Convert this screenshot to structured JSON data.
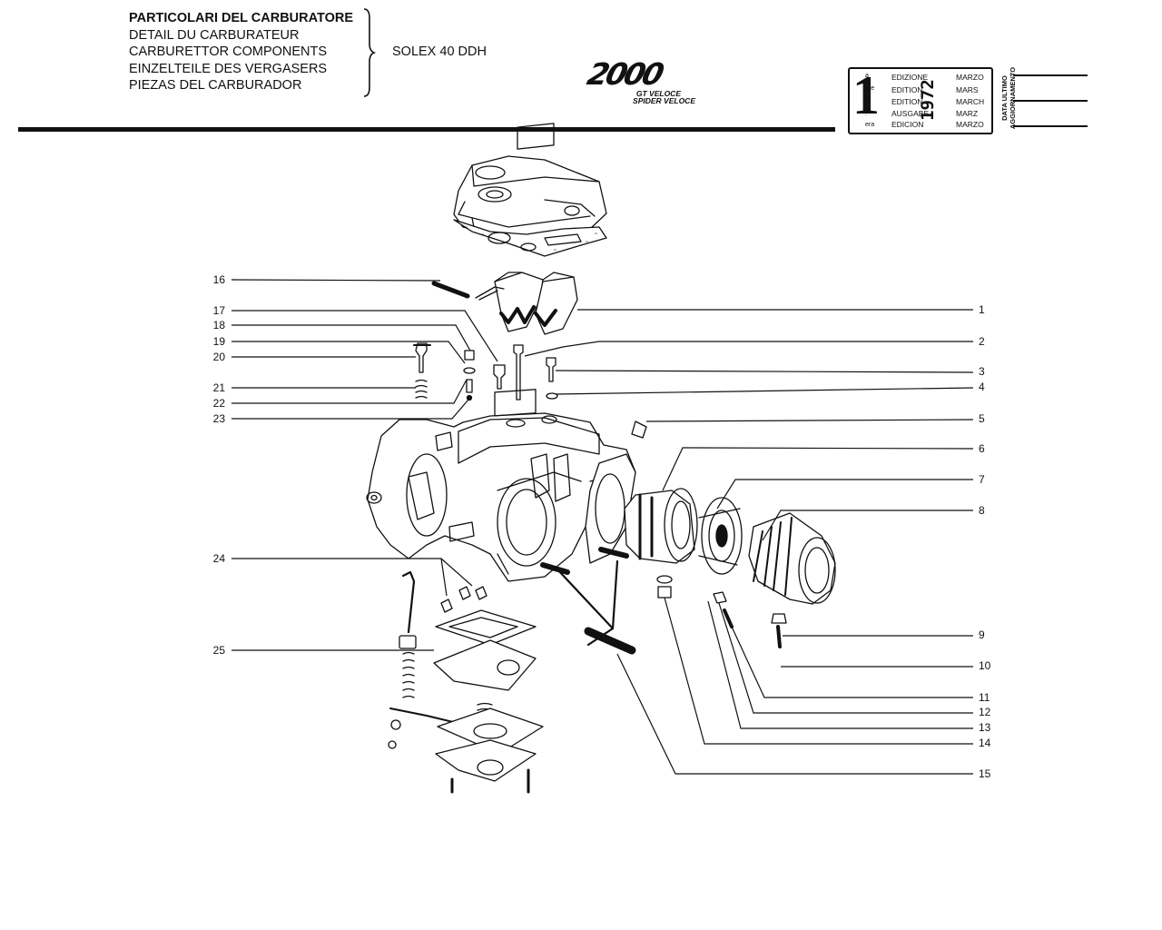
{
  "header": {
    "titles": [
      "PARTICOLARI DEL CARBURATORE",
      "DETAIL DU CARBURATEUR",
      "CARBURETTOR COMPONENTS",
      "EINZELTEILE DES VERGASERS",
      "PIEZAS DEL CARBURADOR"
    ],
    "model": "SOLEX 40 DDH"
  },
  "logo": {
    "main": "2000",
    "line1": "GT VELOCE",
    "line2": "SPIDER VELOCE"
  },
  "edition": {
    "number": "1",
    "year": "1972",
    "rows": [
      {
        "sup": "a",
        "word": "EDIZIONE",
        "month": "MARZO"
      },
      {
        "sup": "ere",
        "word": "EDITION",
        "month": "MARS"
      },
      {
        "sup": "st",
        "word": "EDITION",
        "month": "MARCH"
      },
      {
        "sup": ".",
        "word": "AUSGABE",
        "month": "MARZ"
      },
      {
        "sup": "era",
        "word": "EDICION",
        "month": "MARZO"
      }
    ],
    "update_label_1": "DATA ULTIMO",
    "update_label_2": "AGGIORNAMENTO"
  },
  "callouts": {
    "left": [
      "16",
      "17",
      "18",
      "19",
      "20",
      "21",
      "22",
      "23",
      "24",
      "25"
    ],
    "right": [
      "1",
      "2",
      "3",
      "4",
      "5",
      "6",
      "7",
      "8",
      "9",
      "10",
      "11",
      "12",
      "13",
      "14",
      "15"
    ]
  }
}
